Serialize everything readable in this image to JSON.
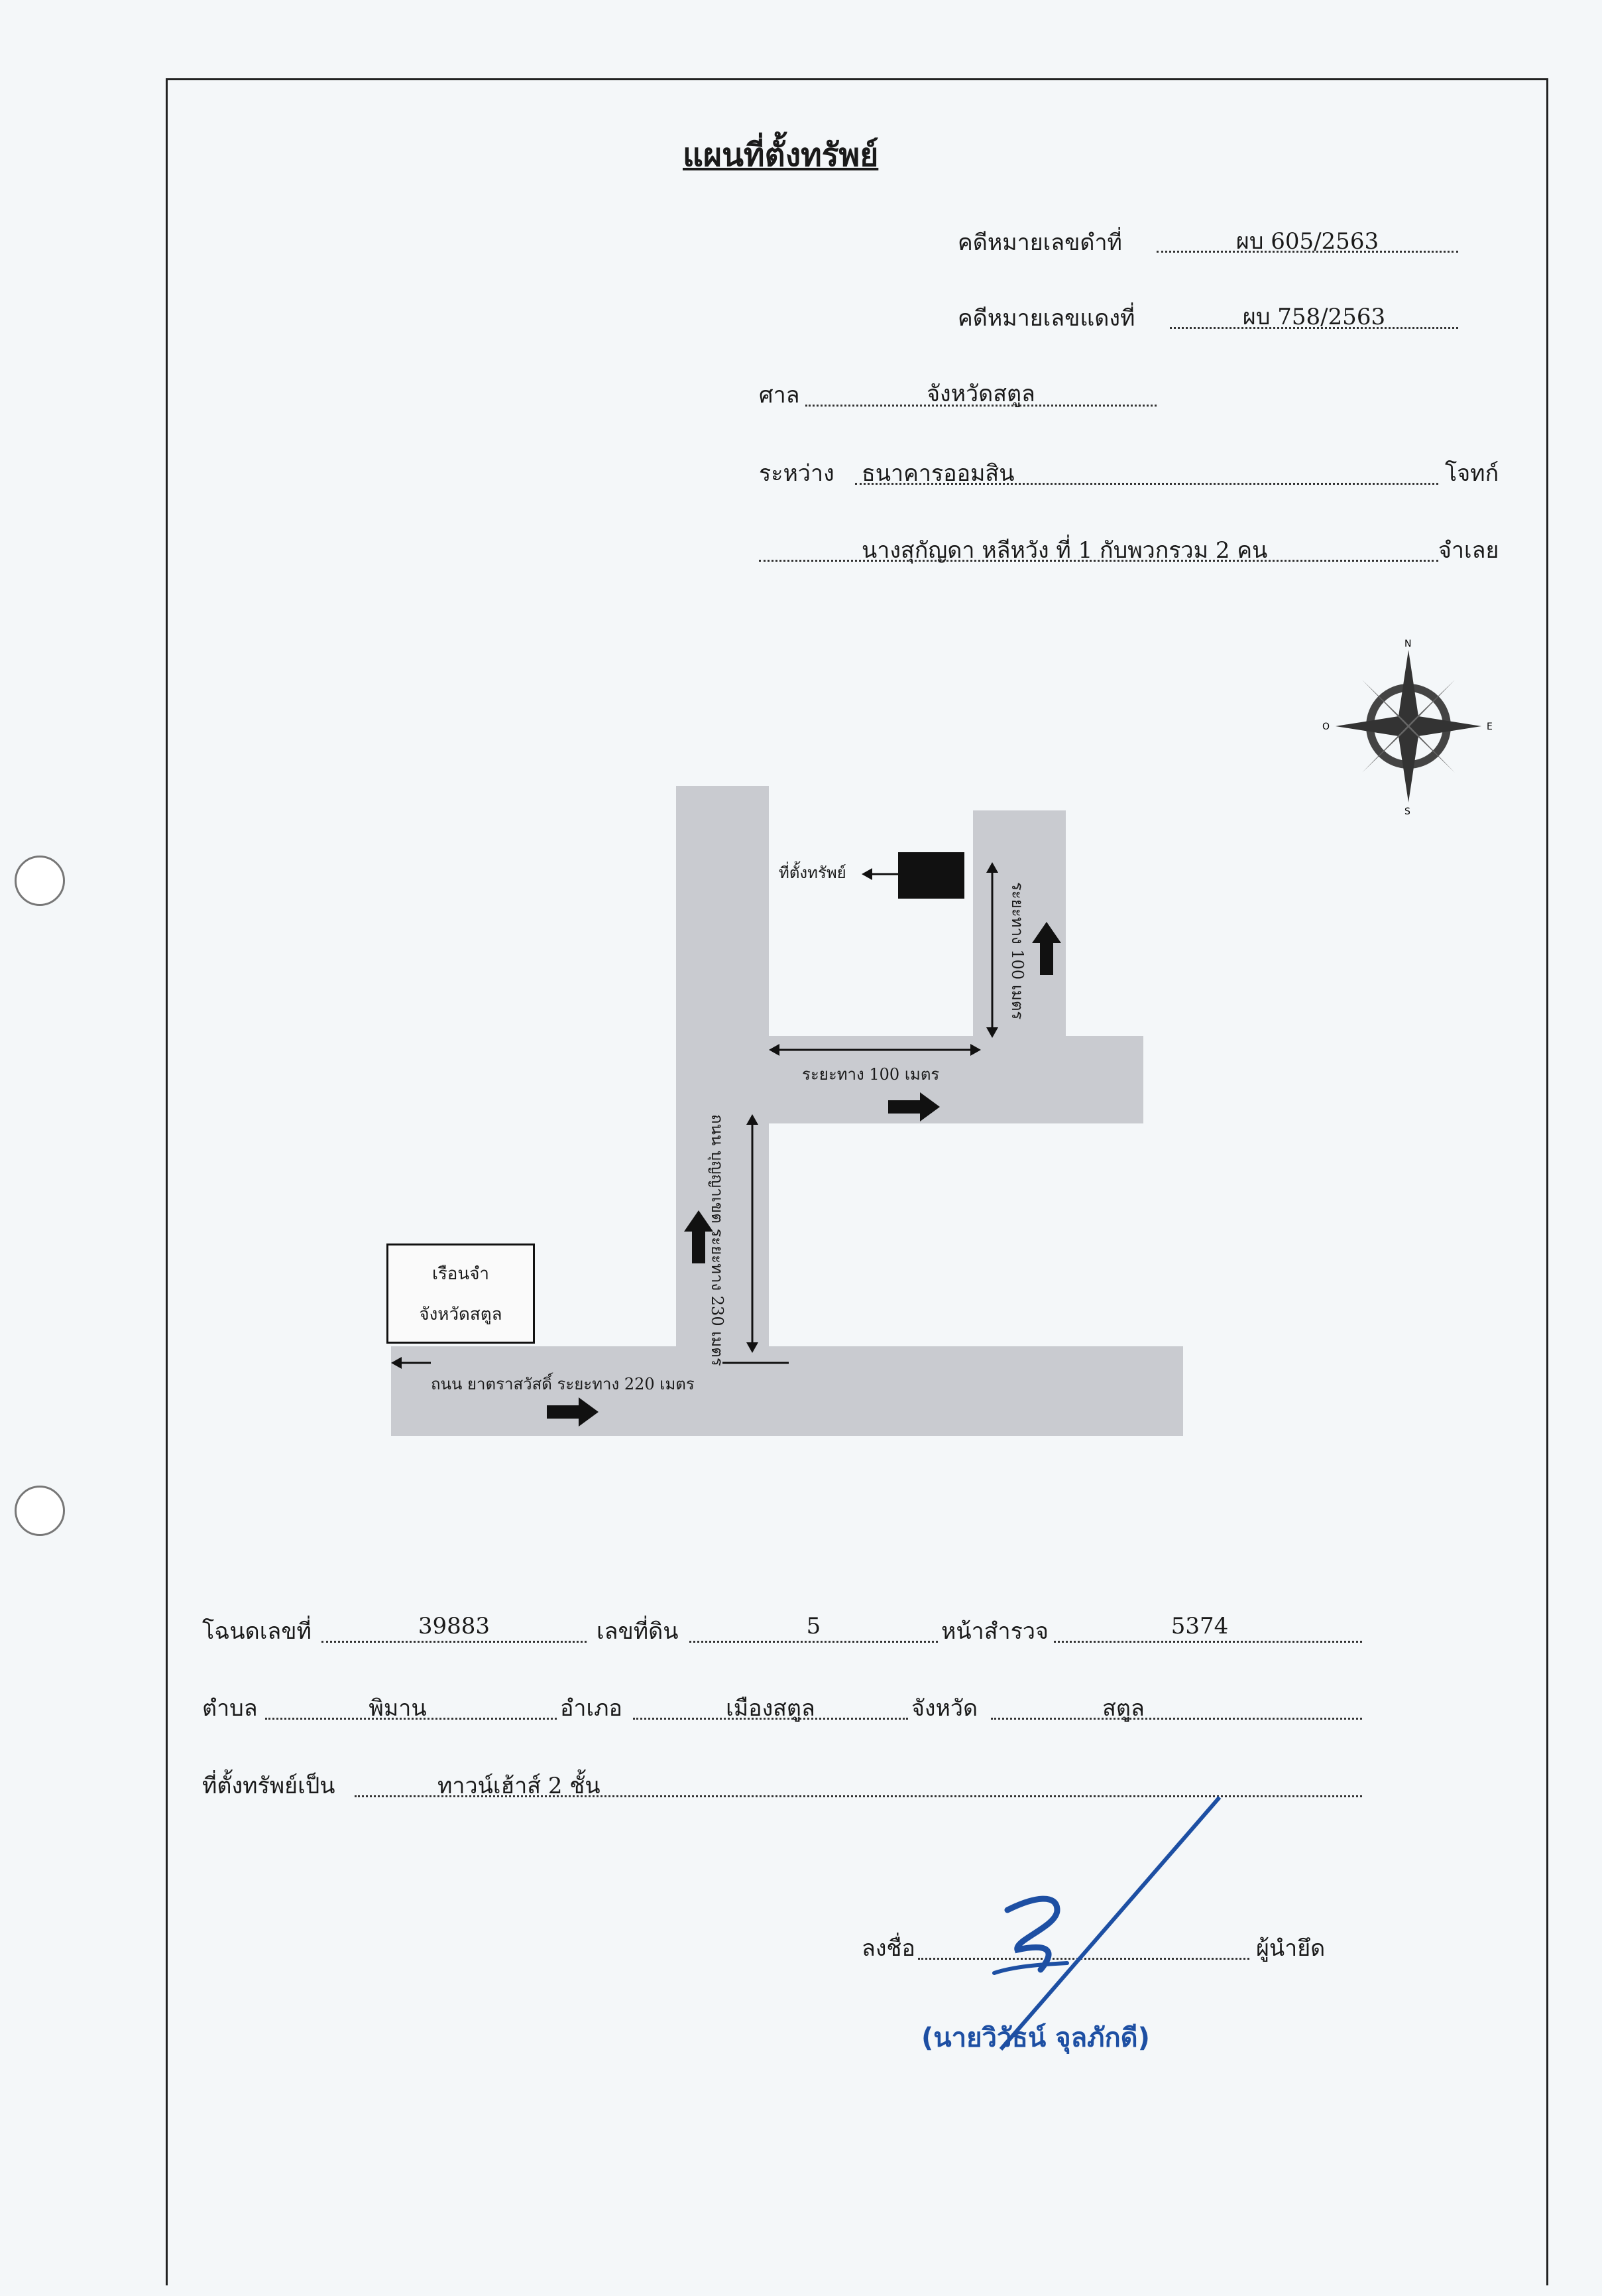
{
  "title": "แผนที่ตั้งทรัพย์",
  "black_case": {
    "label": "คดีหมายเลขดำที่",
    "value": "ผบ 605/2563"
  },
  "red_case": {
    "label": "คดีหมายเลขแดงที่",
    "value": "ผบ 758/2563"
  },
  "court": {
    "label": "ศาล",
    "value": "จังหวัดสตูล"
  },
  "parties": {
    "between_label": "ระหว่าง",
    "plaintiff": "ธนาคารออมสิน",
    "plaintiff_label": "โจทก์",
    "defendant": "นางสุกัญดา หลีหวัง ที่ 1 กับพวกรวม 2 คน",
    "defendant_label": "จำเลย"
  },
  "map": {
    "property_label": "ที่ตั้งทรัพย์",
    "prison_line1": "เรือนจำ",
    "prison_line2": "จังหวัดสตูล",
    "road_bottom": "ถนน ยาตราสวัสดิ์ ระยะทาง 220 เมตร",
    "road_vertical": "ถนน บุญญาเขต ระยะทาง 230 เมตร",
    "road_middle": "ระยะทาง 100 เมตร",
    "road_right": "ระยะทาง 100 เมตร",
    "compass": {
      "n": "N",
      "s": "S",
      "e": "E",
      "w": "O"
    },
    "road_color": "#c9cbd0"
  },
  "deed": {
    "deed_label": "โฉนดเลขที่",
    "deed_no": "39883",
    "land_label": "เลขที่ดิน",
    "land_no": "5",
    "survey_label": "หน้าสำรวจ",
    "survey_no": "5374",
    "subdistrict_label": "ตำบล",
    "subdistrict": "พิมาน",
    "district_label": "อำเภอ",
    "district": "เมืองสตูล",
    "province_label": "จังหวัด",
    "province": "สตูล",
    "property_type_label": "ที่ตั้งทรัพย์เป็น",
    "property_type": "ทาวน์เฮ้าส์ 2 ชั้น"
  },
  "signature": {
    "sign_label": "ลงชื่อ",
    "role": "ผู้นำยึด",
    "name": "(นายวิวัธน์  จุลภักดี)",
    "ink_color": "#1d4fa3"
  }
}
